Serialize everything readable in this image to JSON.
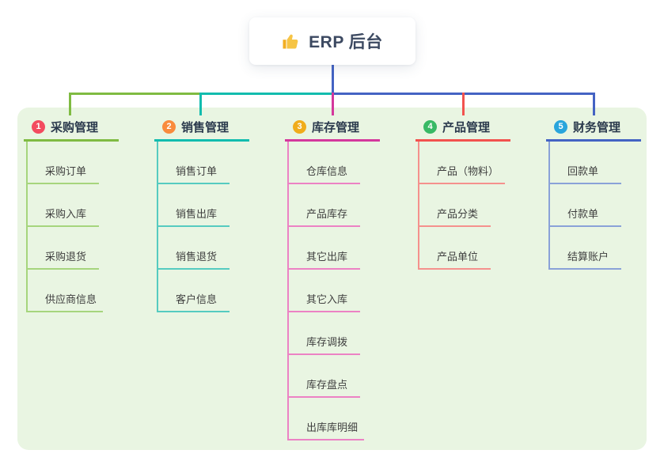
{
  "root": {
    "title": "ERP 后台",
    "icon": "thumbs-up-icon"
  },
  "branches": [
    {
      "num": "1",
      "label": "采购管理",
      "color": "#7fbb42",
      "light_color": "#a6d57d",
      "badge_color": "#f34b5f",
      "children": [
        "采购订单",
        "采购入库",
        "采购退货",
        "供应商信息"
      ]
    },
    {
      "num": "2",
      "label": "销售管理",
      "color": "#12bcae",
      "light_color": "#55cbc0",
      "badge_color": "#f98b3d",
      "children": [
        "销售订单",
        "销售出库",
        "销售退货",
        "客户信息"
      ]
    },
    {
      "num": "3",
      "label": "库存管理",
      "color": "#d4389c",
      "light_color": "#ec82c4",
      "badge_color": "#f0ac1b",
      "children": [
        "仓库信息",
        "产品库存",
        "其它出库",
        "其它入库",
        "库存调拨",
        "库存盘点",
        "出库库明细"
      ]
    },
    {
      "num": "4",
      "label": "产品管理",
      "color": "#f2524e",
      "light_color": "#f5918d",
      "badge_color": "#38b965",
      "children": [
        "产品（物料）",
        "产品分类",
        "产品单位"
      ]
    },
    {
      "num": "5",
      "label": "财务管理",
      "color": "#4463c3",
      "light_color": "#8aa2d8",
      "badge_color": "#29a5dc",
      "children": [
        "回款单",
        "付款单",
        "结算账户"
      ]
    }
  ],
  "canvas": {
    "background_color": "#ffffff",
    "panel_color": "#e9f5e2",
    "root_stem_color": "#4463c3",
    "thumb_icon_color": "#f6c445"
  }
}
